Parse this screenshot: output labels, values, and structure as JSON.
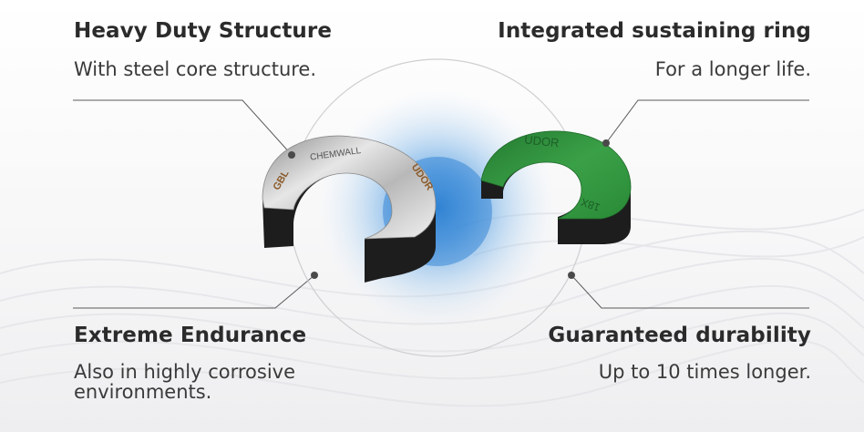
{
  "features": [
    {
      "title": "Heavy Duty Structure",
      "desc": "With steel core structure."
    },
    {
      "title": "Integrated sustaining ring",
      "desc": "For a longer life."
    },
    {
      "title": "Extreme Endurance",
      "desc": "Also in highly corrosive environments."
    },
    {
      "title": "Guaranteed durability",
      "desc": "Up to 10 times longer."
    }
  ],
  "product": {
    "steel_ring_texts": [
      "CHEMWALL",
      "GBL",
      "UDOR"
    ],
    "green_ring_texts": [
      "UDOR",
      "18X"
    ]
  },
  "colors": {
    "steel": "#bdbdbd",
    "rubber": "#1e1e1e",
    "green": "#2c8c3a",
    "blue_glow": "#3d8fd6",
    "heading": "#2b2b2b"
  }
}
